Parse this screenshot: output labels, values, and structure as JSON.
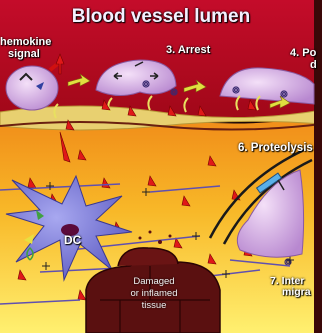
{
  "title": "Blood vessel lumen",
  "labels": {
    "chemokine_line1": "hemokine",
    "chemokine_line2": "signal",
    "arrest": "3. Arrest",
    "step4_line1": "4. Po",
    "step4_line2": "d",
    "proteolysis": "6. Proteolysis",
    "dc": "DC",
    "tissue_line1": "Damaged",
    "tissue_line2": "or inflamed",
    "tissue_line3": "tissue",
    "step7_line1": "7. Inter",
    "step7_line2": "migra"
  },
  "colors": {
    "lumen": "#c0102a",
    "endothelium": "#e8d070",
    "tissue_top": "#f4a020",
    "tissue_bottom": "#fff060",
    "cell": "#d8a8e0",
    "dc": "#7a78d8",
    "arrow_red": "#e01818",
    "arrow_yellow": "#e0e040",
    "damaged_tissue": "#5a1010"
  }
}
